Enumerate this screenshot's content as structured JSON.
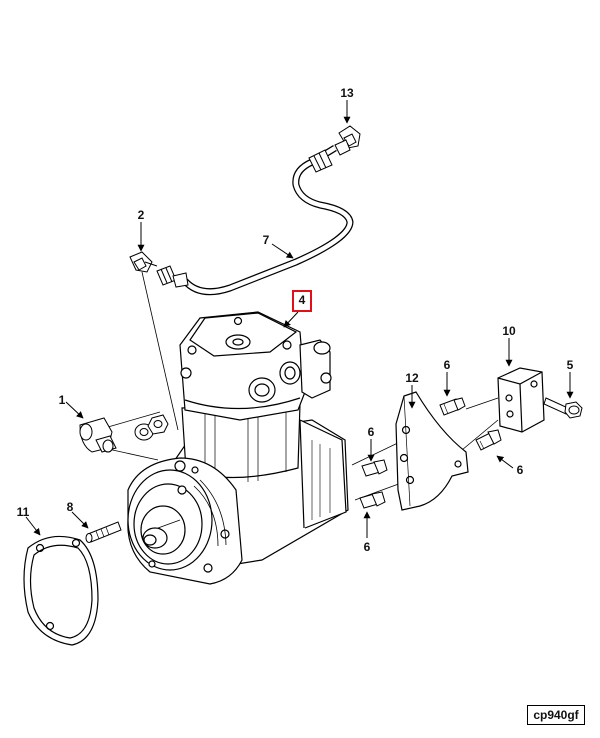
{
  "diagram": {
    "drawing_code": "cp940gf",
    "highlight_color": "#e0101a",
    "callouts": {
      "c1": "1",
      "c2": "2",
      "c4": "4",
      "c5": "5",
      "c6a": "6",
      "c6b": "6",
      "c6c": "6",
      "c6d": "6",
      "c7": "7",
      "c8": "8",
      "c10": "10",
      "c11": "11",
      "c12": "12",
      "c13": "13"
    }
  }
}
